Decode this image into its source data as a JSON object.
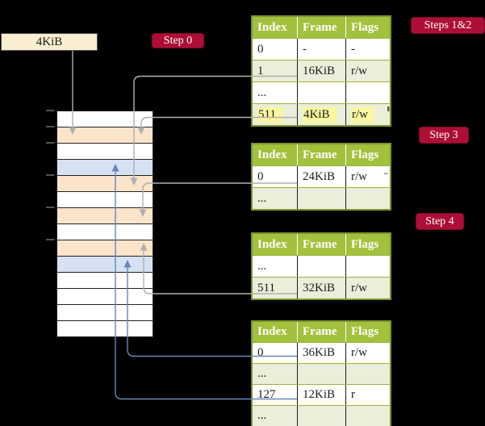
{
  "figure": {
    "frame_box": {
      "label": "4KiB"
    },
    "badges": [
      {
        "id": "step0",
        "label": "Step 0"
      },
      {
        "id": "steps12",
        "label": "Steps 1&2"
      },
      {
        "id": "step3",
        "label": "Step 3"
      },
      {
        "id": "step4",
        "label": "Step 4"
      }
    ],
    "page_tables": [
      {
        "name": "table-steps-1-2",
        "columns": [
          "Index",
          "Frame",
          "Flags"
        ],
        "rows": [
          {
            "cells": [
              "0",
              "-",
              "-"
            ],
            "shade": false,
            "highlight": false
          },
          {
            "cells": [
              "1",
              "16KiB",
              "r/w"
            ],
            "shade": true,
            "highlight": false
          },
          {
            "cells": [
              "...",
              "",
              ""
            ],
            "shade": false,
            "highlight": false
          },
          {
            "cells": [
              "511",
              "4KiB",
              "r/w"
            ],
            "shade": true,
            "highlight": true
          }
        ]
      },
      {
        "name": "table-step-3",
        "columns": [
          "Index",
          "Frame",
          "Flags"
        ],
        "rows": [
          {
            "cells": [
              "0",
              "24KiB",
              "r/w"
            ],
            "shade": false,
            "highlight": false
          },
          {
            "cells": [
              "...",
              "",
              ""
            ],
            "shade": true,
            "highlight": false
          }
        ]
      },
      {
        "name": "table-step-4",
        "columns": [
          "Index",
          "Frame",
          "Flags"
        ],
        "rows": [
          {
            "cells": [
              "...",
              "",
              ""
            ],
            "shade": false,
            "highlight": false
          },
          {
            "cells": [
              "511",
              "32KiB",
              "r/w"
            ],
            "shade": true,
            "highlight": false
          }
        ]
      },
      {
        "name": "table-final",
        "columns": [
          "Index",
          "Frame",
          "Flags"
        ],
        "rows": [
          {
            "cells": [
              "0",
              "36KiB",
              "r/w"
            ],
            "shade": false,
            "highlight": false
          },
          {
            "cells": [
              "...",
              "",
              ""
            ],
            "shade": true,
            "highlight": false
          },
          {
            "cells": [
              "127",
              "12KiB",
              "r"
            ],
            "shade": false,
            "highlight": false
          },
          {
            "cells": [
              "...",
              "",
              ""
            ],
            "shade": true,
            "highlight": false
          }
        ]
      }
    ],
    "memory_column": {
      "rows": [
        "white",
        "peach",
        "white",
        "blue",
        "peach",
        "white",
        "peach",
        "white",
        "peach",
        "blue",
        "white",
        "white",
        "white",
        "white"
      ]
    }
  },
  "colors": {
    "badge_red": "#AD0E35",
    "header_green": "#A2C13C",
    "table_border": "#7E922E",
    "row_sep": "#9CB43D",
    "row_green": "#E9EFD9",
    "peach": "#FCE4CB",
    "blue_row": "#D6E2F3",
    "cream": "#FAEED0",
    "highlight_yellow": "#FBF7A0",
    "arrow_gray": "#AFAFAF",
    "arrow_blue": "#6787B7"
  }
}
